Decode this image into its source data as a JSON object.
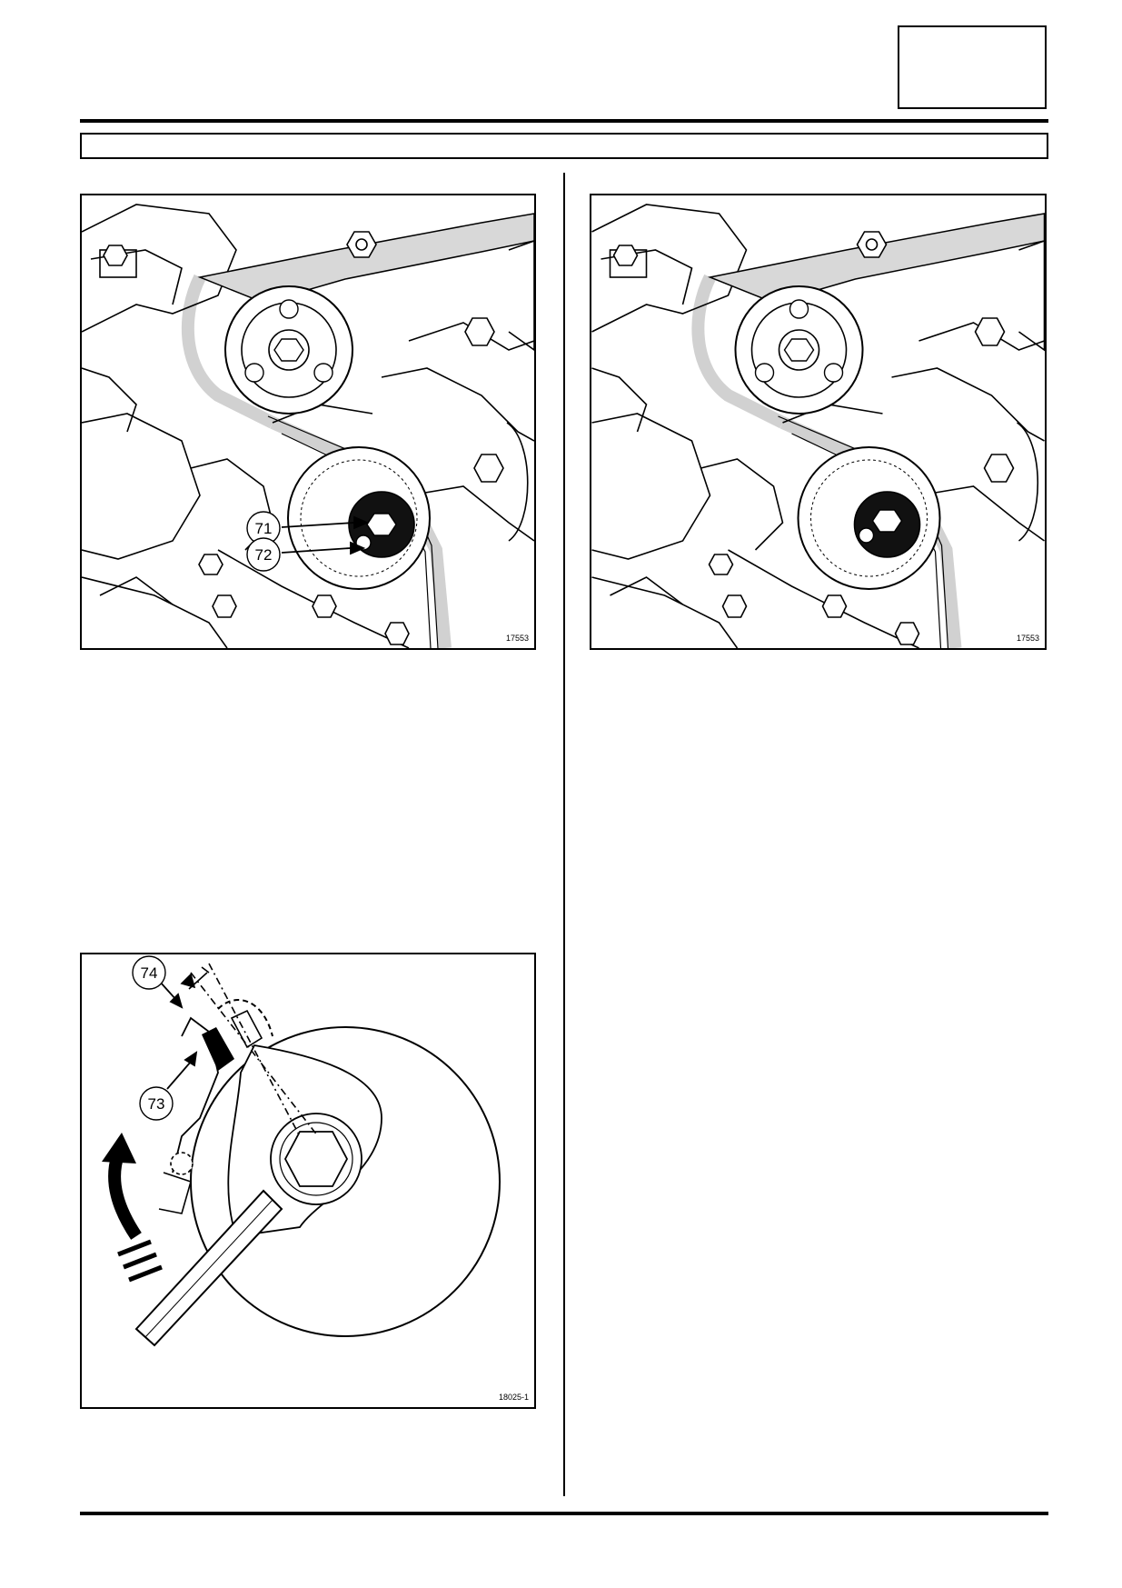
{
  "page": {
    "header": {
      "chapter_box_text": "",
      "title_bar_text": ""
    }
  },
  "figures": [
    {
      "id": "fig-1",
      "reference": "17553",
      "callouts": [
        "71",
        "72"
      ]
    },
    {
      "id": "fig-2",
      "reference": "17553",
      "callouts": []
    },
    {
      "id": "fig-3",
      "reference": "18025-1",
      "callouts": [
        "74",
        "73"
      ]
    }
  ],
  "icons": {
    "callout": "numbered-circle-callout",
    "rotation": "rotation-arrow-icon"
  }
}
